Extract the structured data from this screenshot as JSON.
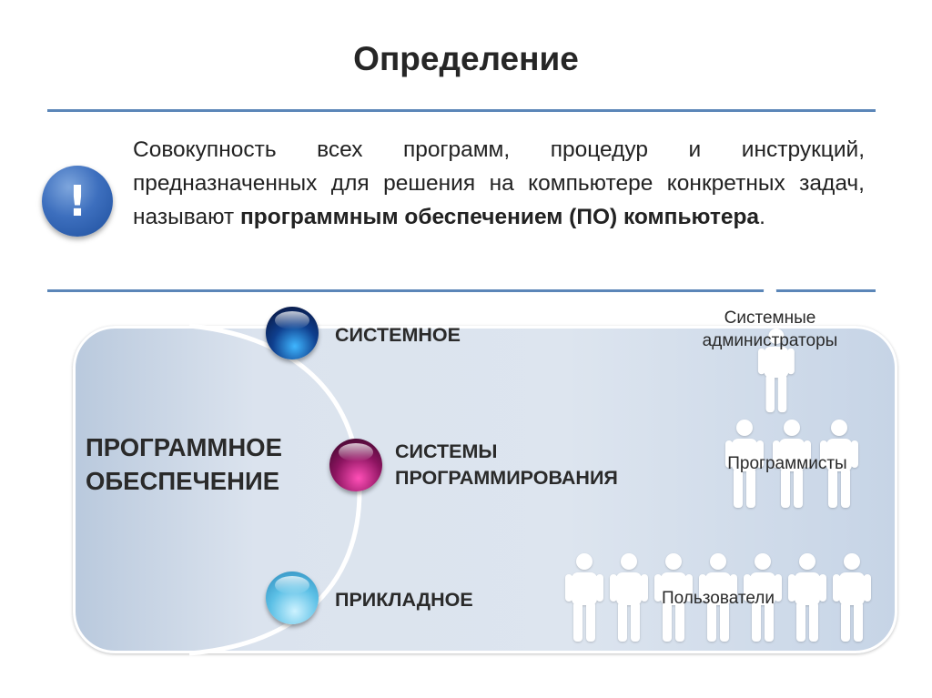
{
  "title": "Определение",
  "definition": {
    "text_plain": "Совокупность всех программ, процедур и инструкций, предназначенных для решения на компьютере конкретных задач, называют ",
    "text_bold": "программным обеспечением (ПО) компьютера",
    "text_end": "."
  },
  "badge": {
    "icon": "exclamation-icon",
    "symbol": "!"
  },
  "diagram": {
    "center_line1": "ПРОГРАММНОЕ",
    "center_line2": "ОБЕСПЕЧЕНИЕ",
    "categories": [
      {
        "line1": "СИСТЕМНОЕ",
        "line2": "",
        "orb_color": "#0f3f8e"
      },
      {
        "line1": "СИСТЕМЫ",
        "line2": "ПРОГРАММИРОВАНИЯ",
        "orb_color": "#8c1460"
      },
      {
        "line1": "ПРИКЛАДНОЕ",
        "line2": "",
        "orb_color": "#5cc0e6"
      }
    ],
    "groups": [
      {
        "line1": "Системные",
        "line2": "администраторы",
        "people": 1
      },
      {
        "line1": "Программисты",
        "line2": "",
        "people": 3
      },
      {
        "line1": "Пользователи",
        "line2": "",
        "people": 7
      }
    ]
  },
  "colors": {
    "rule": "#5b86b8",
    "badge": "#3d6fbe",
    "person": "#ffffff"
  }
}
